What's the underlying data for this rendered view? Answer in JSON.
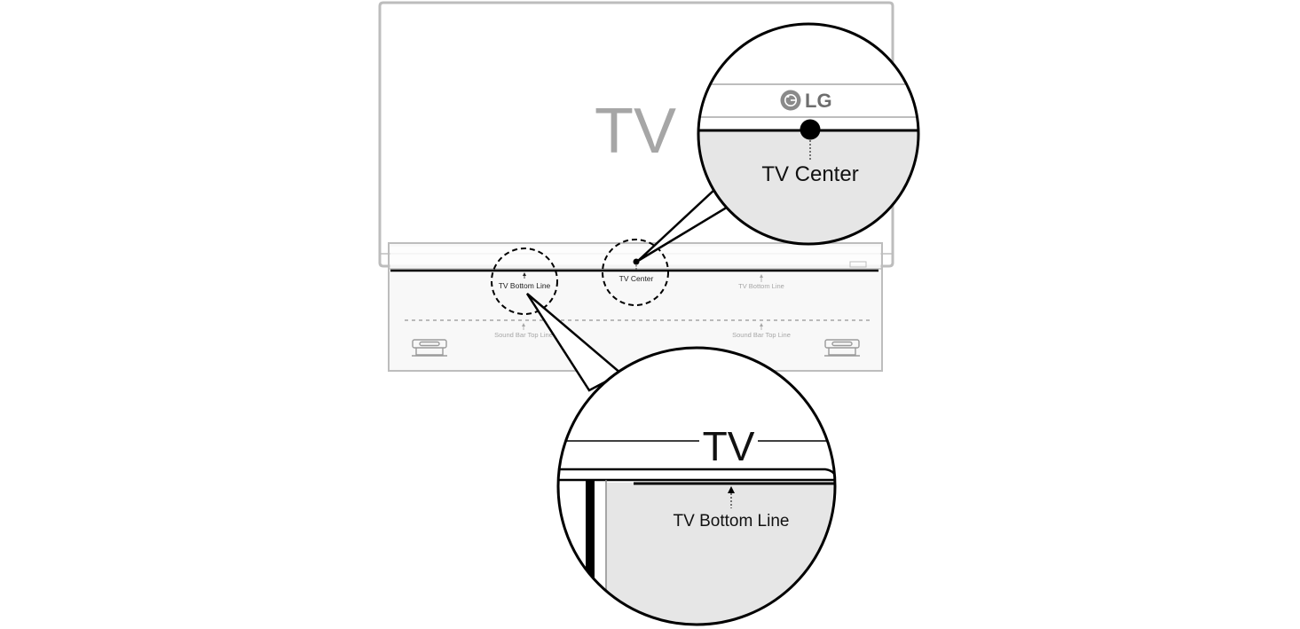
{
  "diagram": {
    "tv_label": "TV",
    "logo_text": "LG",
    "labels": {
      "tv_center_small": "TV Center",
      "tv_bottom_line_left": "TV Bottom Line",
      "tv_bottom_line_right": "TV Bottom Line",
      "soundbar_top_line_left": "Sound Bar Top Line",
      "soundbar_top_line_right": "Sound Bar Top Line"
    },
    "zoom_top": {
      "label": "TV Center",
      "logo_text": "LG"
    },
    "zoom_bottom": {
      "tv_label": "TV",
      "label": "TV Bottom Line"
    }
  },
  "colors": {
    "outline_light": "#bdbdbd",
    "outline_dark": "#000000",
    "panel_gray": "#e6e6e6",
    "text_gray": "#a6a6a6",
    "text_dark": "#222222"
  }
}
